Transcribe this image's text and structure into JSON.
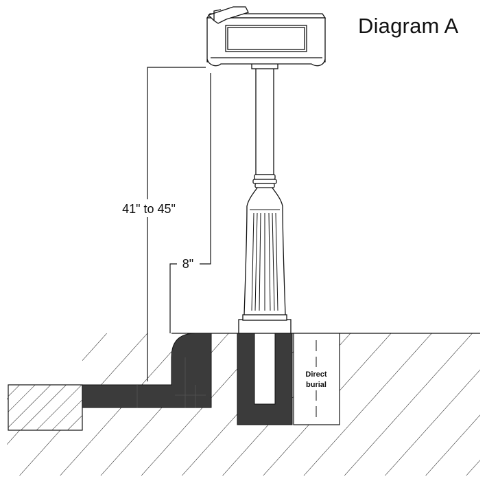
{
  "title": "Diagram A",
  "labels": {
    "height_range": "41\" to 45\"",
    "offset": "8\"",
    "burial_line1": "Direct",
    "burial_line2": "burial"
  },
  "colors": {
    "ink": "#111111",
    "concrete": "#3b3b3b",
    "background": "#ffffff"
  }
}
